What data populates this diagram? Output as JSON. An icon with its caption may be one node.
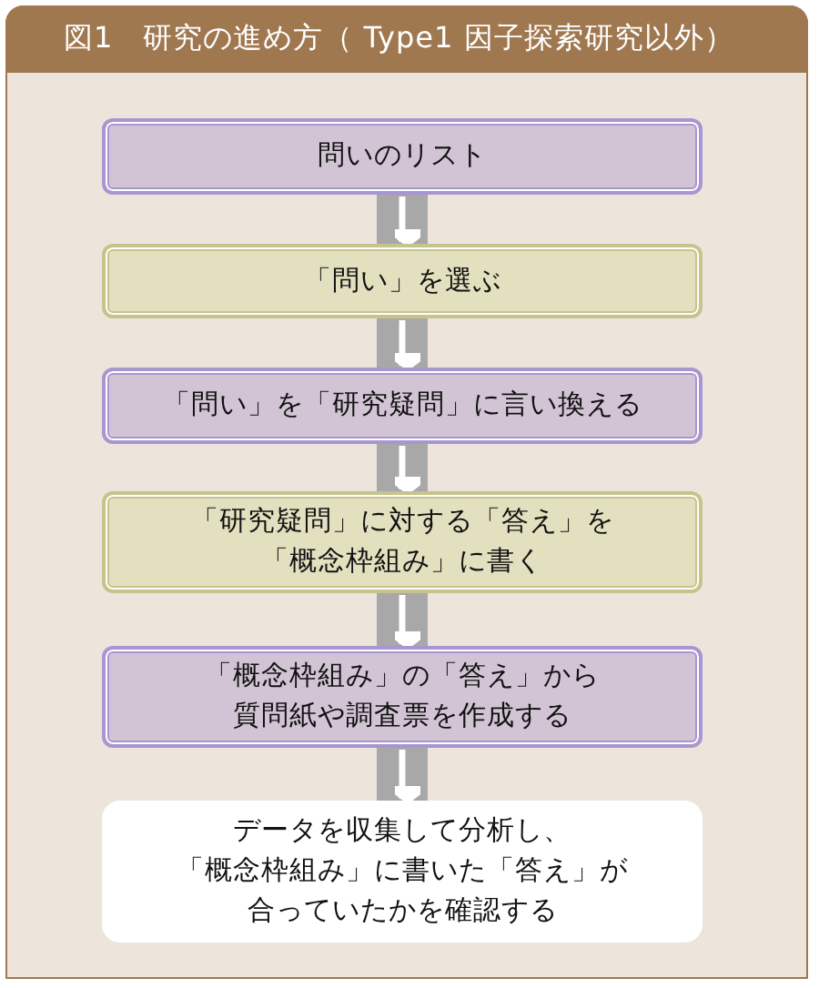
{
  "diagram": {
    "title": "図1　研究の進め方（ Type1 因子探索研究以外）",
    "nodes": [
      {
        "text": [
          "問いのリスト"
        ]
      },
      {
        "text": [
          "「問い」を選ぶ"
        ]
      },
      {
        "text": [
          "「問い」を「研究疑問」に言い換える"
        ]
      },
      {
        "text": [
          "「研究疑問」に対する「答え」を「概念枠組み」に書く"
        ]
      },
      {
        "text": [
          "「概念枠組み」の「答え」から質問紙や調査票を作成する"
        ]
      },
      {
        "text": [
          "データを収集して分析し、「概念枠組み」に書いた「答え」が合っていたかを確認する"
        ]
      }
    ],
    "edges": [
      {
        "from": 0,
        "to": 1,
        "arrow": "to"
      },
      {
        "from": 1,
        "to": 2,
        "arrow": "to"
      },
      {
        "from": 2,
        "to": 3,
        "arrow": "to"
      },
      {
        "from": 3,
        "to": 4,
        "arrow": "to"
      },
      {
        "from": 4,
        "to": 5,
        "arrow": "to"
      }
    ]
  }
}
